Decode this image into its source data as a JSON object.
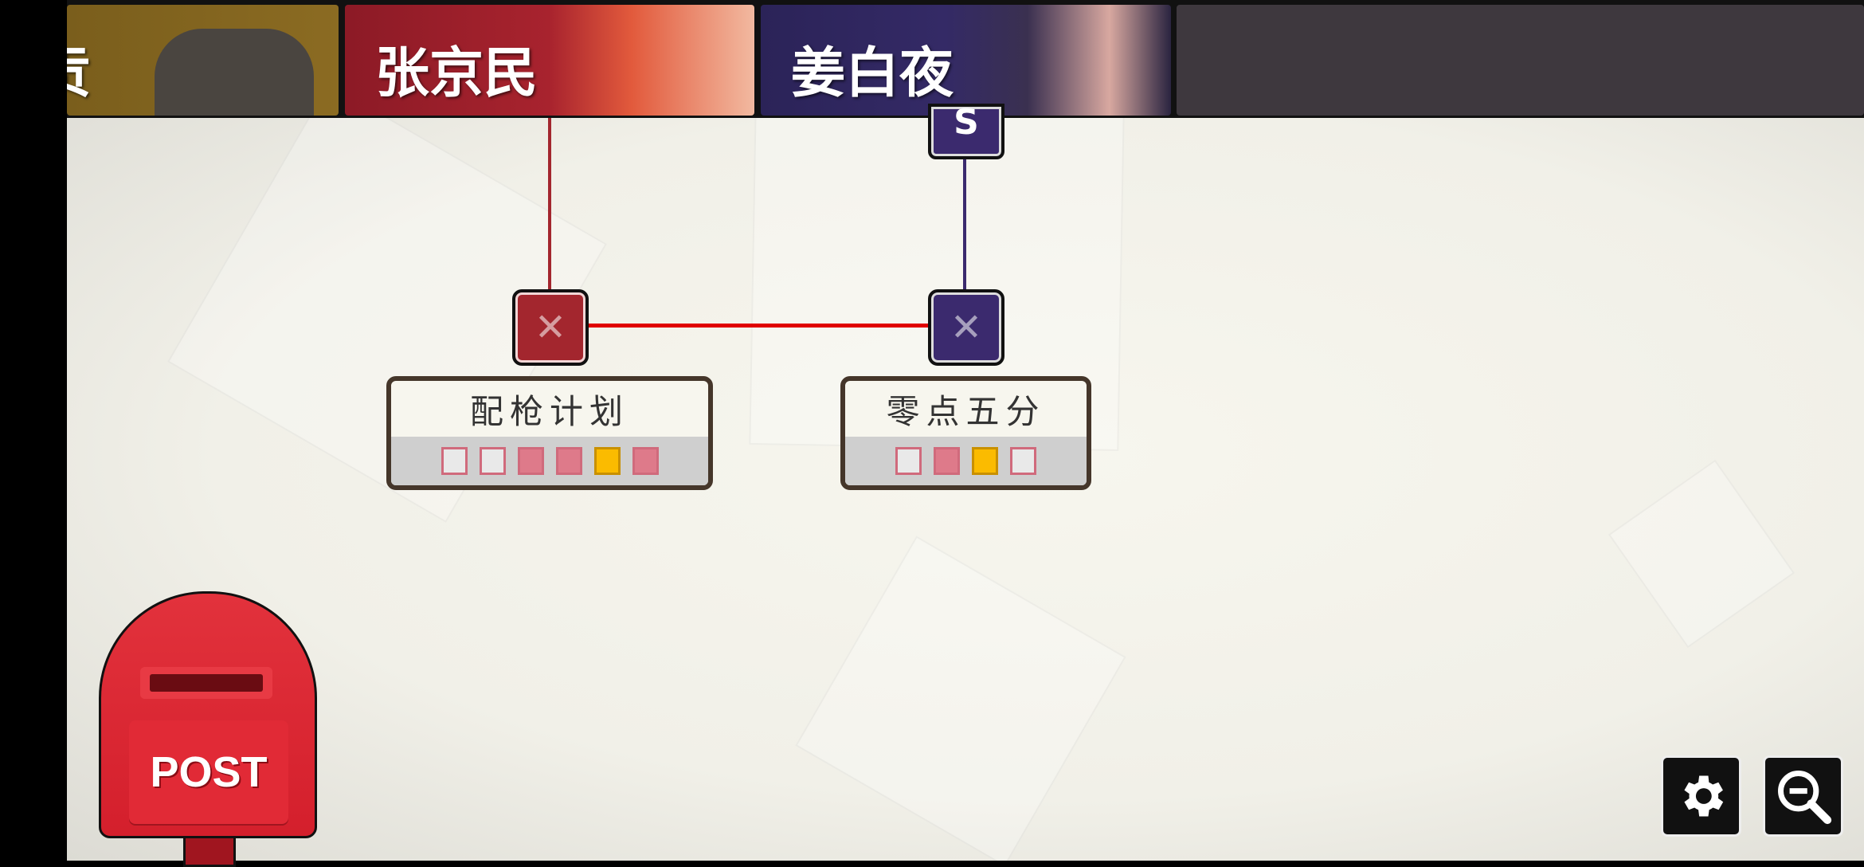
{
  "characters": [
    {
      "name": "贡",
      "color": "#7a5e1c"
    },
    {
      "name": "张京民",
      "color": "#9e1f2c"
    },
    {
      "name": "姜白夜",
      "color": "#2f2660"
    }
  ],
  "nodes": {
    "top_badge": "S",
    "close_glyph": "✕"
  },
  "cards": [
    {
      "title": "配枪计划",
      "slots": [
        "empty",
        "empty",
        "filled",
        "filled",
        "gold",
        "filled"
      ]
    },
    {
      "title": "零点五分",
      "slots": [
        "empty",
        "filled",
        "gold",
        "empty"
      ]
    }
  ],
  "mailbox": {
    "label": "POST"
  },
  "colors": {
    "red": "#a3262e",
    "purple": "#3b2a6e",
    "link": "#e00000",
    "card_border": "#45362a",
    "gold": "#fbbb00",
    "pink": "#de7a8a"
  },
  "icons": {
    "settings": "gear-icon",
    "zoom": "zoom-out-icon"
  }
}
